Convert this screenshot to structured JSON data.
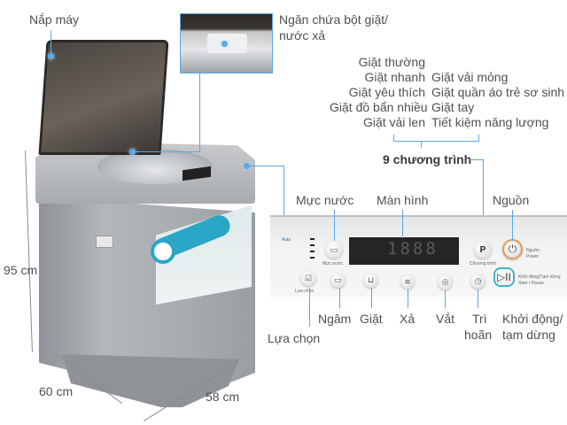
{
  "labels": {
    "lid": "Nắp máy",
    "dispenser_line1": "Ngăn chứa bột giặt/",
    "dispenser_line2": "nước xả",
    "height": "95 cm",
    "depth": "60 cm",
    "width": "58 cm"
  },
  "programs": {
    "left_column": [
      "Giặt thường",
      "Giặt nhanh",
      "Giặt yêu thích",
      "Giặt đồ bẩn nhiều",
      "Giặt vải len"
    ],
    "right_column": [
      "Giặt vải mỏng",
      "Giặt quần áo trẻ sơ sinh",
      "Giặt tay",
      "Tiết kiệm năng lượng"
    ],
    "summary": "9 chương trình"
  },
  "panel_callouts": {
    "water_level": "Mực nước",
    "display": "Màn hình",
    "power": "Nguồn",
    "select": "Lựa chọn",
    "soak": "Ngâm",
    "wash": "Giặt",
    "rinse": "Xả",
    "spin": "Vắt",
    "delay_line1": "Trì",
    "delay_line2": "hoãn",
    "start_line1": "Khởi động/",
    "start_line2": "tạm dừng"
  },
  "panel": {
    "lcd_value": "1888",
    "program_button_glyph": "P",
    "power_label": "Nguồn",
    "power_sublabel": "Power",
    "start_label": "Khởi động/Tạm dừng",
    "start_sublabel": "Start / Pause",
    "water_button_label": "Mực nước",
    "program_button_label": "Chương trình",
    "select_button_label": "Lựa chọn",
    "start_glyph": "▷II"
  },
  "colors": {
    "callout_line": "#5aa8e6",
    "power_ring": "#e59a55",
    "start_ring": "#3fb3c7",
    "sticker_blue": "#2ba6c7"
  }
}
